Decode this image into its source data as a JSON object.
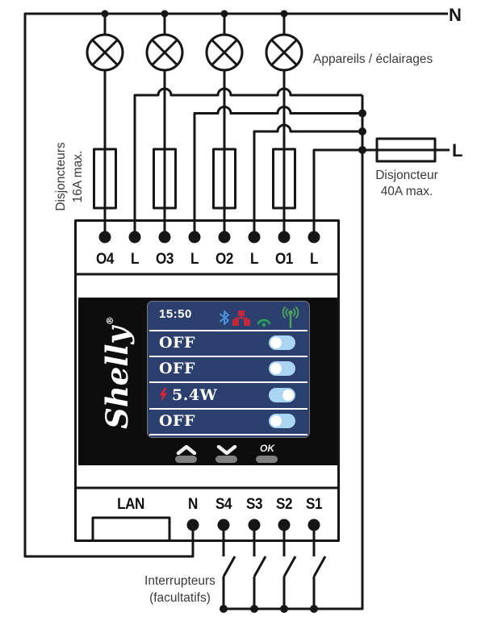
{
  "power": {
    "neutral_label": "N",
    "live_label": "L",
    "appliances_label": "Appareils / éclairages",
    "branch_breakers": {
      "line1": "Disjoncteurs",
      "line2": "16A max."
    },
    "main_breaker": {
      "line1": "Disjoncteur",
      "line2": "40A max."
    },
    "switches_note": {
      "line1": "Interrupteurs",
      "line2": "(facultatifs)"
    }
  },
  "device": {
    "brand": "Shelly",
    "reg_mark": "®",
    "top_terminals": [
      "O4",
      "L",
      "O3",
      "L",
      "O2",
      "L",
      "O1",
      "L"
    ],
    "bottom_terminals": [
      "LAN",
      "N",
      "S4",
      "S3",
      "S2",
      "S1"
    ],
    "screen": {
      "time": "15:50",
      "status_icons": [
        "bluetooth",
        "ethernet",
        "wifi",
        "signal"
      ],
      "rows": [
        {
          "label": "OFF",
          "state": "off"
        },
        {
          "label": "OFF",
          "state": "off"
        },
        {
          "label": "5.4W",
          "state": "on",
          "icon": "lightning"
        },
        {
          "label": "OFF",
          "state": "off"
        }
      ],
      "ok_label": "OK"
    }
  },
  "colors": {
    "wire": "#161616",
    "screen_bg": "#2b406e",
    "toggle_track": "#a9d5f2",
    "toggle_knob": "#ffffff",
    "icon_bluetooth": "#4a90d8",
    "icon_ethernet": "#c3293e",
    "icon_wifi": "#2c9e57",
    "icon_signal": "#4da35f",
    "icon_lightning": "#d5253c",
    "button_bar": "#7f7f7f"
  }
}
